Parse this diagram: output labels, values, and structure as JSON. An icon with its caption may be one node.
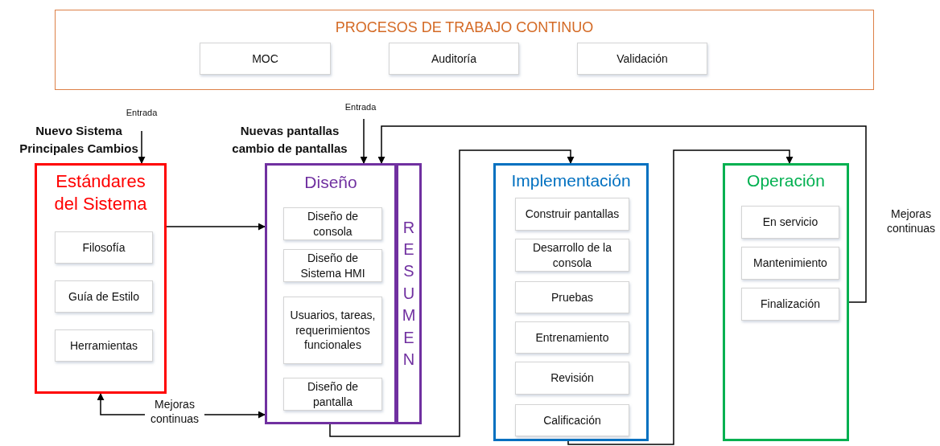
{
  "diagram": {
    "nodes": [
      {
        "text": [
          "PROCESOS DE TRABAJO CONTINUO"
        ]
      },
      {
        "text": [
          "MOC"
        ],
        "in": 0
      },
      {
        "text": [
          "Auditoría"
        ],
        "in": 0
      },
      {
        "text": [
          "Validación"
        ],
        "in": 0
      },
      {
        "text": [
          "Estándares del Sistema"
        ],
        "beside": [
          "Nuevo Sistema Principales Cambios"
        ]
      },
      {
        "text": [
          "Filosofía"
        ],
        "in": 4
      },
      {
        "text": [
          "Guía de Estilo"
        ],
        "in": 4
      },
      {
        "text": [
          "Herramientas"
        ],
        "in": 4
      },
      {
        "text": [
          "Diseño"
        ],
        "beside": [
          "Nuevas pantallas cambio de pantallas"
        ]
      },
      {
        "text": [
          "Diseño de consola"
        ],
        "in": 8
      },
      {
        "text": [
          "Diseño de Sistema HMI"
        ],
        "in": 8
      },
      {
        "text": [
          "Usuarios, tareas, requerimientos funcionales"
        ],
        "in": 8
      },
      {
        "text": [
          "Diseño de pantalla"
        ],
        "in": 8
      },
      {
        "text": [
          "RESUMEN"
        ]
      },
      {
        "text": [
          "Implementación"
        ]
      },
      {
        "text": [
          "Construir pantallas"
        ],
        "in": 14
      },
      {
        "text": [
          "Desarrollo de la consola"
        ],
        "in": 14
      },
      {
        "text": [
          "Pruebas"
        ],
        "in": 14
      },
      {
        "text": [
          "Entrenamiento"
        ],
        "in": 14
      },
      {
        "text": [
          "Revisión"
        ],
        "in": 14
      },
      {
        "text": [
          "Calificación"
        ],
        "in": 14
      },
      {
        "text": [
          "Operación"
        ]
      },
      {
        "text": [
          "En servicio"
        ],
        "in": 21
      },
      {
        "text": [
          "Mantenimiento"
        ],
        "in": 21
      },
      {
        "text": [
          "Finalización"
        ],
        "in": 21
      }
    ],
    "edges": [
      {
        "from": null,
        "to": 4,
        "arrow": "to",
        "label": "Entrada"
      },
      {
        "from": null,
        "to": 8,
        "arrow": "to",
        "label": "Entrada"
      },
      {
        "from": 4,
        "to": 8,
        "arrow": "to"
      },
      {
        "from": 4,
        "to": 8,
        "arrow": "both",
        "label": "Mejoras continuas"
      },
      {
        "from": 8,
        "to": 14,
        "arrow": "to"
      },
      {
        "from": 14,
        "to": 21,
        "arrow": "to"
      },
      {
        "from": 21,
        "to": 8,
        "arrow": "to",
        "label": "Mejoras continuas"
      }
    ]
  }
}
